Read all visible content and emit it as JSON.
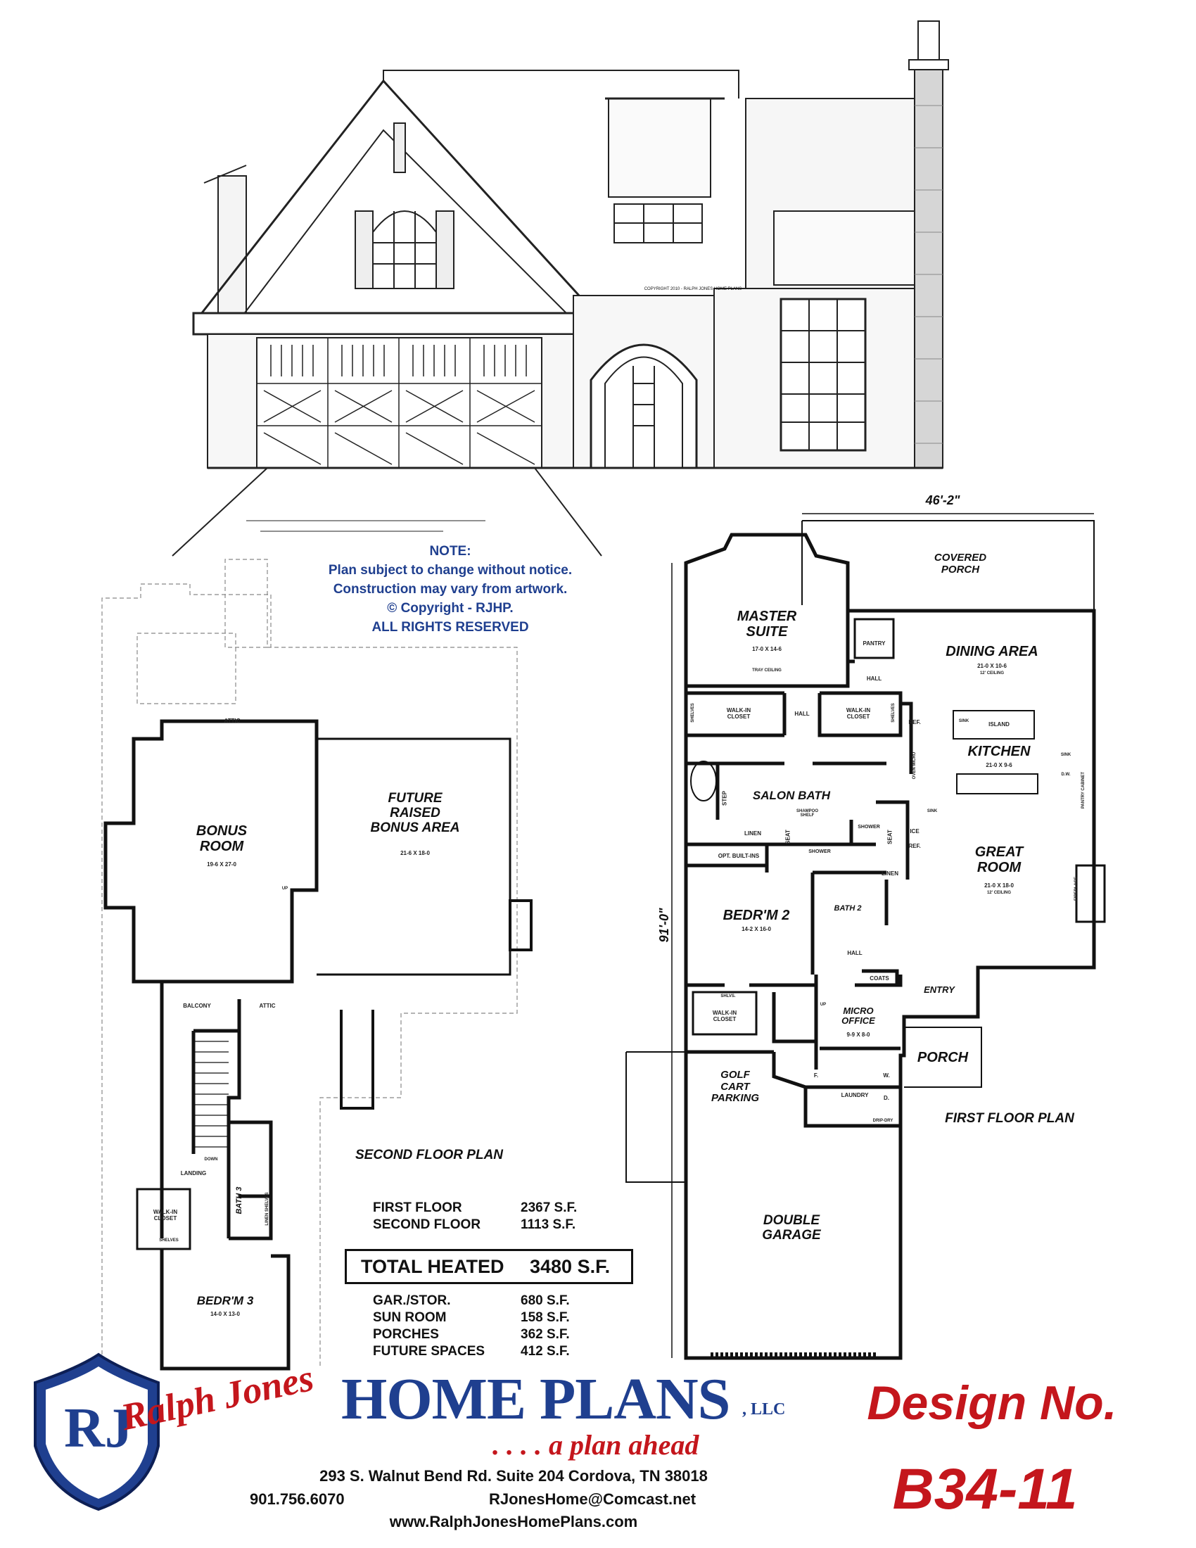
{
  "elevation": {
    "copyright_line": "COPYRIGHT 2010 - RALPH JONES HOME PLANS"
  },
  "note": {
    "title": "NOTE:",
    "line1": "Plan subject to change without notice.",
    "line2": "Construction may vary from artwork.",
    "line3": "©   Copyright - RJHP.",
    "line4": "ALL RIGHTS RESERVED"
  },
  "first_floor": {
    "title": "FIRST FLOOR PLAN",
    "width_dim": "46'-2\"",
    "depth_dim": "91'-0\"",
    "covered_porch": "COVERED\nPORCH",
    "master_suite": "MASTER\nSUITE",
    "master_suite_dim": "17-0 X 14-6",
    "tray_ceiling": "TRAY CEILING",
    "pantry": "PANTRY",
    "hall": "HALL",
    "dining_area": "DINING AREA",
    "dining_dim": "21-0 X 10-6",
    "dining_ceiling": "12' CEILING",
    "walkin_closet": "WALK-IN\nCLOSET",
    "shelves": "SHELVES",
    "ref": "REF.",
    "sink": "SINK",
    "island": "ISLAND",
    "kitchen": "KITCHEN",
    "kitchen_dim": "21-0 X 9-6",
    "dw": "D.W.",
    "pantry_cabinet": "PANTRY CABINET",
    "oven_micro": "OVEN MICRO",
    "salon_bath": "SALON BATH",
    "step": "STEP",
    "shampoo_shelf": "SHAMPOO SHELF",
    "linen": "LINEN",
    "seat": "SEAT",
    "shower": "SHOWER",
    "ice": "ICE",
    "great_room": "GREAT\nROOM",
    "great_room_dim": "21-0 X 18-0",
    "great_room_ceiling": "12' CEILING",
    "fireplace": "FIREPLACE",
    "opt_builtins": "OPT. BUILT-INS",
    "bedr2": "BEDR'M 2",
    "bedr2_dim": "14-2 X 16-0",
    "bath2": "BATH 2",
    "coats": "COATS",
    "entry": "ENTRY",
    "shlvs": "SHLVS.",
    "up": "UP",
    "micro_office": "MICRO\nOFFICE",
    "micro_office_dim": "9-9 X 8-0",
    "porch": "PORCH",
    "golf_cart": "GOLF\nCART\nPARKING",
    "laundry": "LAUNDRY",
    "washer": "W.",
    "dryer": "D.",
    "freezer": "F.",
    "drip_dry": "DRIP-DRY",
    "double_garage": "DOUBLE\nGARAGE"
  },
  "second_floor": {
    "title": "SECOND FLOOR PLAN",
    "attic": "ATTIC",
    "bonus_room": "BONUS\nROOM",
    "bonus_room_dim": "19-6 X 27-0",
    "future_bonus": "FUTURE\nRAISED\nBONUS AREA",
    "future_bonus_dim": "21-6 X 18-0",
    "up": "UP",
    "balcony": "BALCONY",
    "down": "DOWN",
    "landing": "LANDING",
    "bath3": "BATH 3",
    "linen_shelves": "LINEN SHELVES",
    "walkin_closet": "WALK-IN\nCLOSET",
    "shelves": "SHELVES",
    "bedr3": "BEDR'M 3",
    "bedr3_dim": "14-0 X 13-0"
  },
  "square_footage": {
    "first_label": "FIRST FLOOR",
    "first_value": "2367 S.F.",
    "second_label": "SECOND FLOOR",
    "second_value": "1113 S.F.",
    "total_label": "TOTAL HEATED",
    "total_value": "3480 S.F.",
    "gar_label": "GAR./STOR.",
    "gar_value": "680 S.F.",
    "sun_label": "SUN ROOM",
    "sun_value": "158 S.F.",
    "porches_label": "PORCHES",
    "porches_value": "362 S.F.",
    "future_label": "FUTURE  SPACES",
    "future_value": "412 S.F."
  },
  "branding": {
    "logo_letters": "RJ",
    "ralph_jones": "Ralph Jones",
    "home_plans": "HOME PLANS",
    "llc": ", LLC",
    "tagline": ". . . . a plan ahead",
    "address": "293 S. Walnut Bend Rd.   Suite 204   Cordova, TN 38018",
    "phone": "901.756.6070",
    "email": "RJonesHome@Comcast.net",
    "website": "www.RalphJonesHomePlans.com",
    "design_label": "Design No.",
    "design_number": "B34-11",
    "brand_blue": "#1f3f8f",
    "brand_red": "#c4161c"
  }
}
